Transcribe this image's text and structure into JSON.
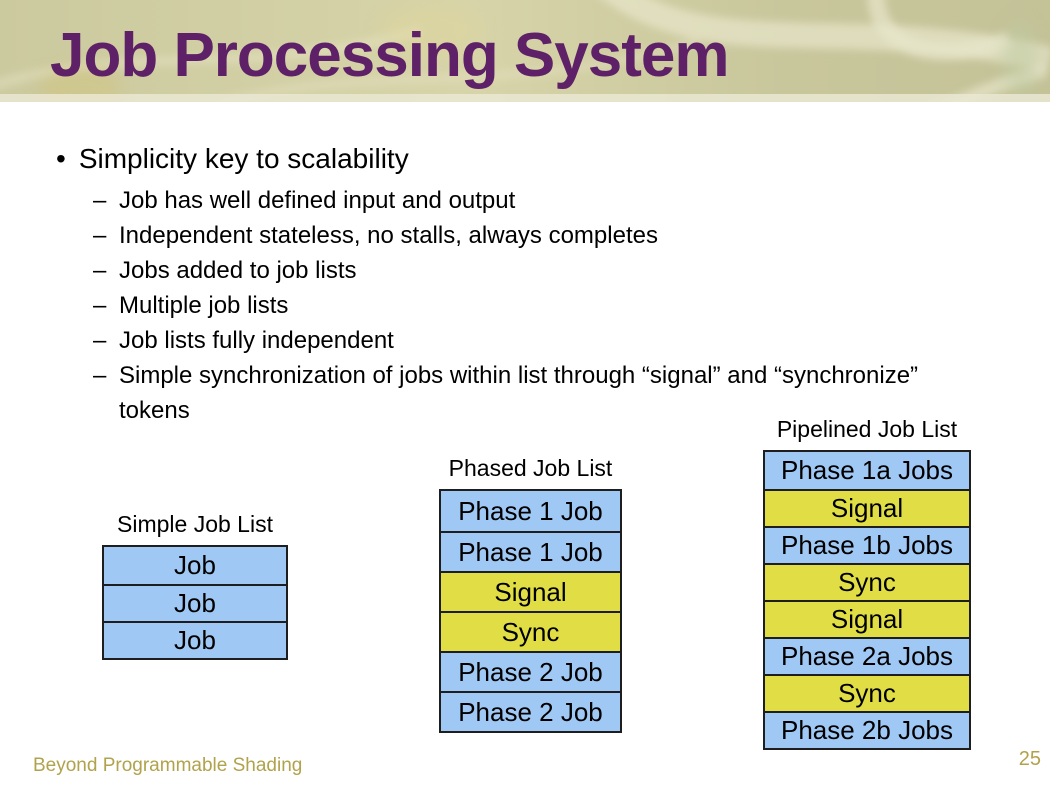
{
  "slide": {
    "title": "Job Processing System",
    "bullets": {
      "bullet_char": "•",
      "dash_char": "–",
      "main": "Simplicity key to scalability",
      "sub": [
        "Job has well defined input and output",
        "Independent stateless, no stalls, always completes",
        "Jobs added to job lists",
        "Multiple job lists",
        "Job lists fully independent",
        "Simple synchronization of jobs within list through “signal” and “synchronize” tokens"
      ]
    },
    "diagrams": [
      {
        "title": "Simple Job List",
        "rows": [
          {
            "label": "Job",
            "type": "job"
          },
          {
            "label": "Job",
            "type": "job"
          },
          {
            "label": "Job",
            "type": "job"
          }
        ]
      },
      {
        "title": "Phased Job List",
        "rows": [
          {
            "label": "Phase 1 Job",
            "type": "job"
          },
          {
            "label": "Phase 1 Job",
            "type": "job"
          },
          {
            "label": "Signal",
            "type": "token"
          },
          {
            "label": "Sync",
            "type": "token"
          },
          {
            "label": "Phase 2 Job",
            "type": "job"
          },
          {
            "label": "Phase 2 Job",
            "type": "job"
          }
        ]
      },
      {
        "title": "Pipelined Job List",
        "rows": [
          {
            "label": "Phase 1a Jobs",
            "type": "job"
          },
          {
            "label": "Signal",
            "type": "token"
          },
          {
            "label": "Phase 1b Jobs",
            "type": "job"
          },
          {
            "label": "Sync",
            "type": "token"
          },
          {
            "label": "Signal",
            "type": "token"
          },
          {
            "label": "Phase 2a Jobs",
            "type": "job"
          },
          {
            "label": "Sync",
            "type": "token"
          },
          {
            "label": "Phase 2b Jobs",
            "type": "job"
          }
        ]
      }
    ],
    "footer": {
      "left": "Beyond Programmable Shading",
      "page": "25"
    },
    "colors": {
      "title_text": "#5E2167",
      "body_text": "#000000",
      "job_box": "#A0C8F4",
      "token_box": "#E0DD45",
      "box_border": "#1E1E1E",
      "footer_text": "#B1A24C",
      "banner_base": "#CFCDA2"
    }
  }
}
